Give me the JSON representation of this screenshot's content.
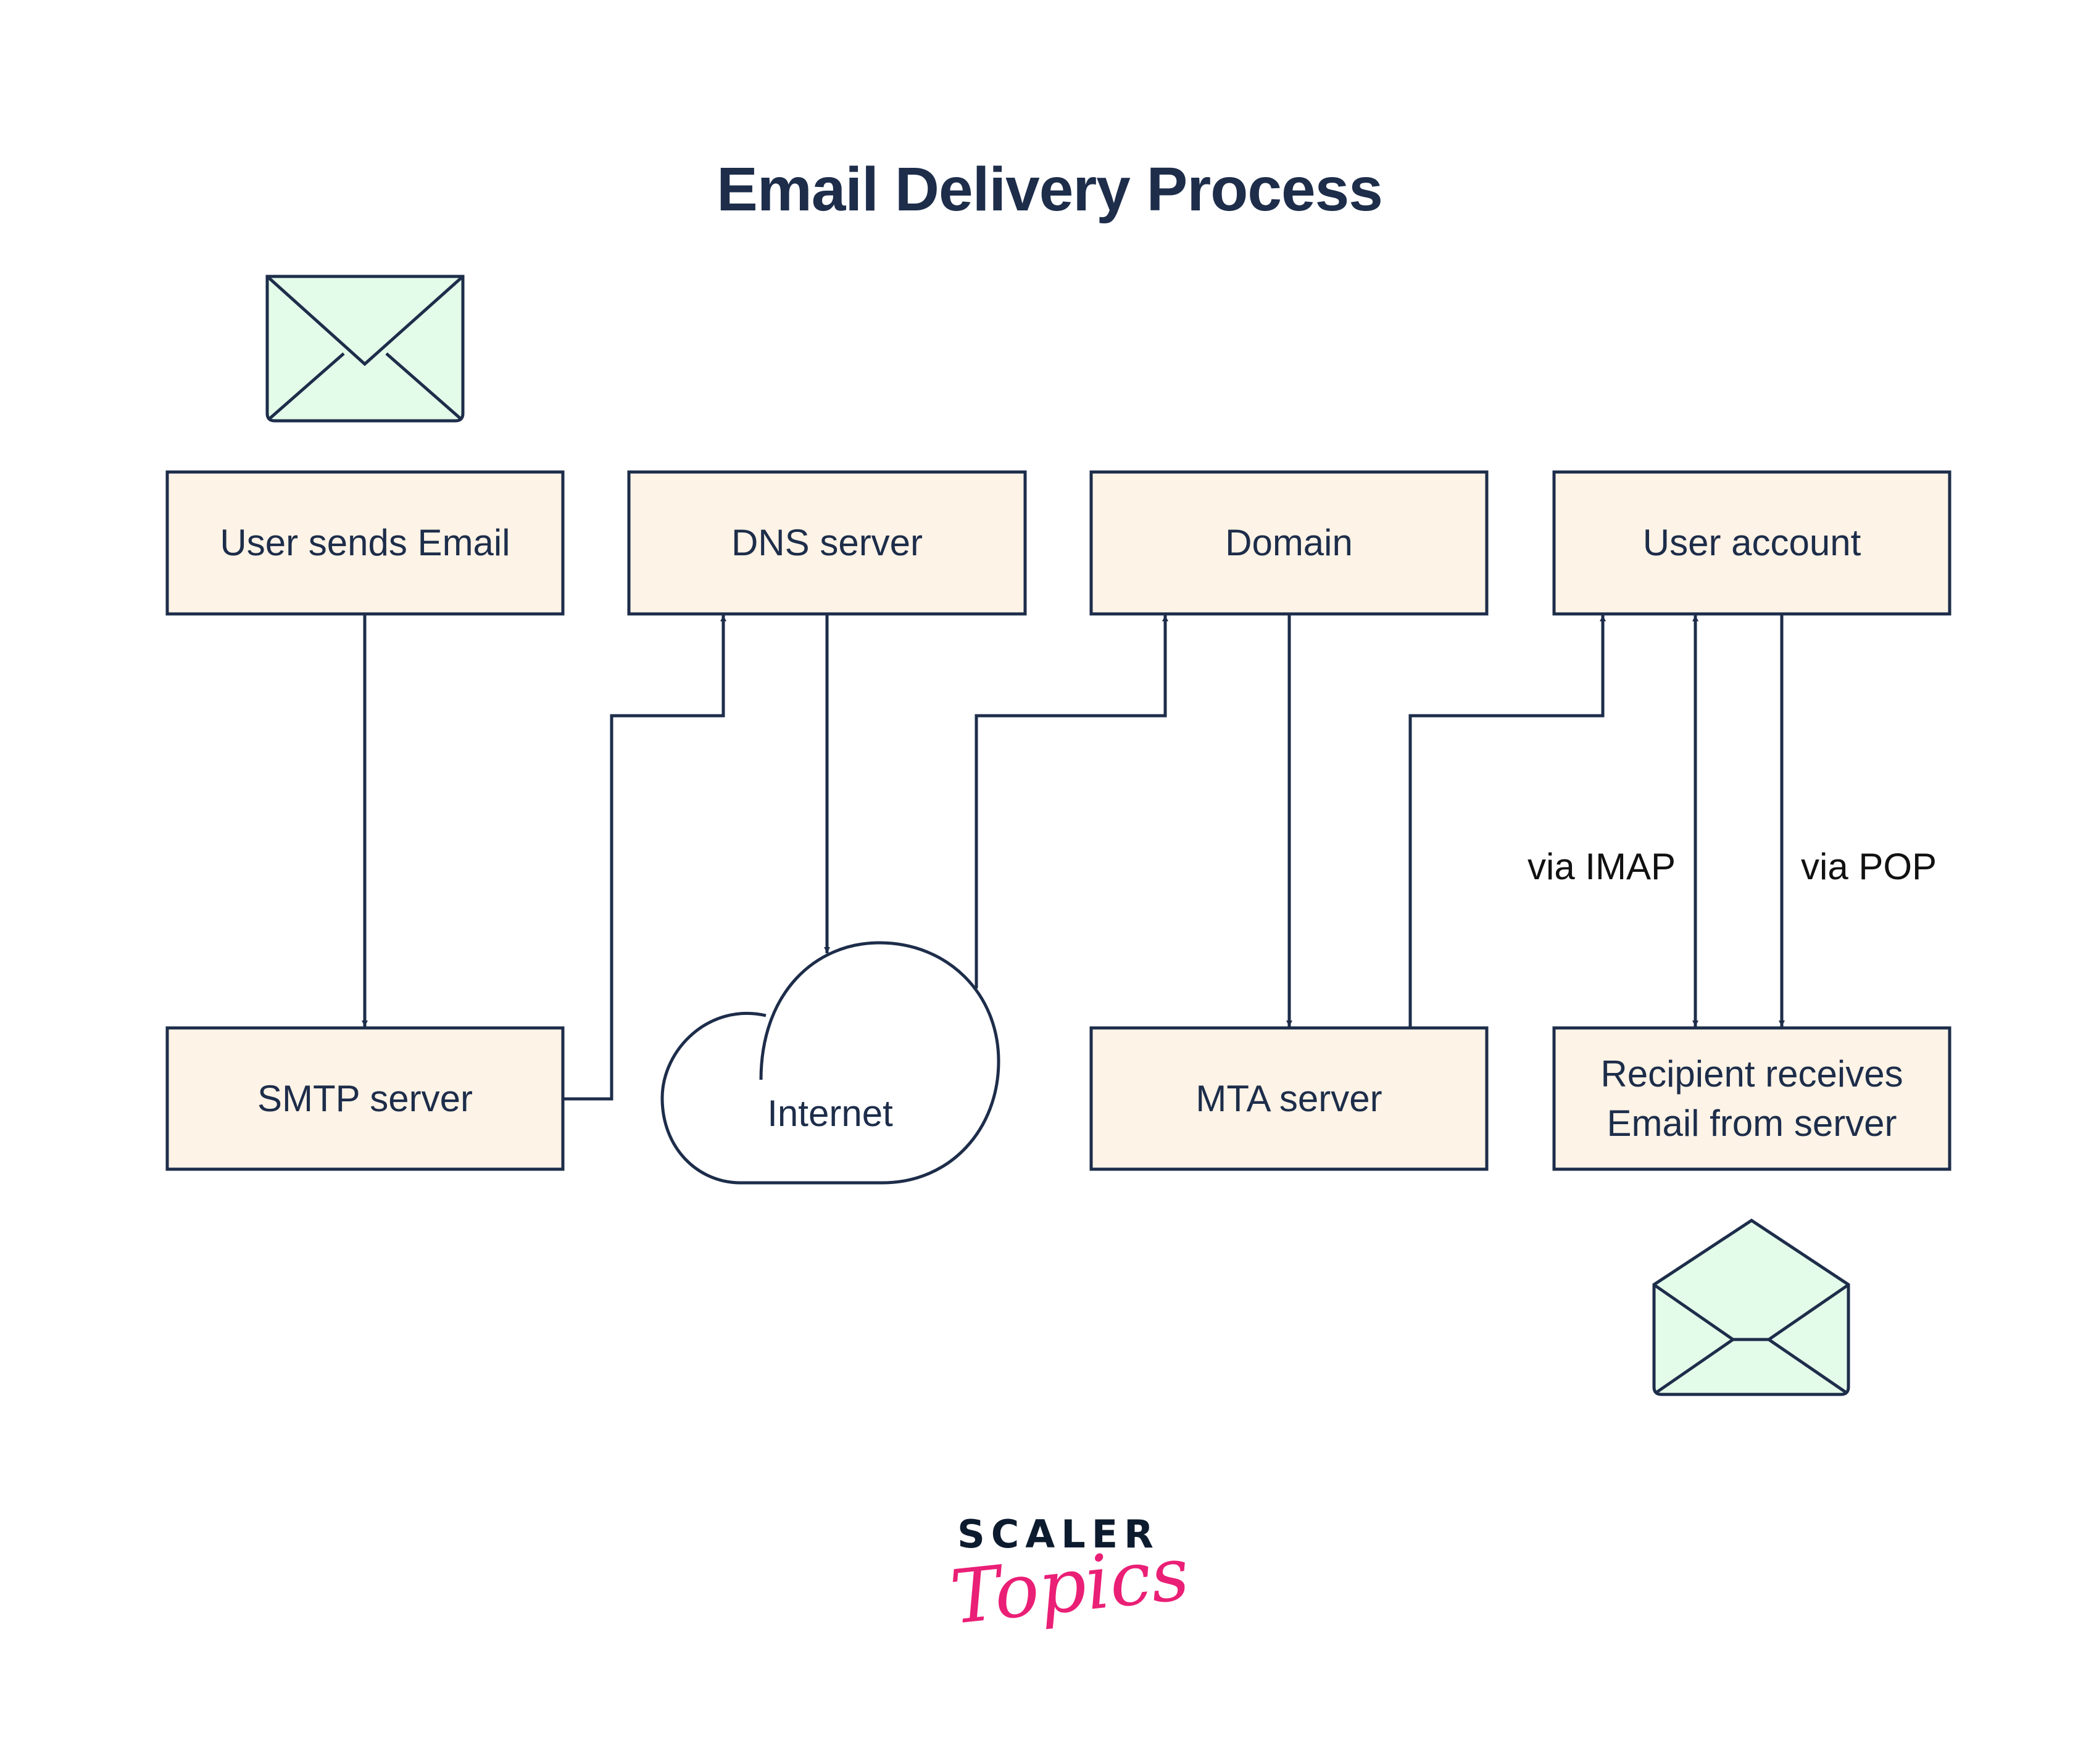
{
  "title": "Email Delivery Process",
  "nodes": {
    "user_sends_email": "User sends Email",
    "dns_server": "DNS server",
    "domain": "Domain",
    "user_account": "User account",
    "smtp_server": "SMTP server",
    "internet": "Internet",
    "mta_server": "MTA server",
    "recipient_line1": "Recipient receives",
    "recipient_line2": "Email from server"
  },
  "edge_labels": {
    "imap": "via IMAP",
    "pop": "via POP"
  },
  "icons": {
    "sender": "closed-envelope-icon",
    "recipient": "open-envelope-icon"
  },
  "colors": {
    "stroke": "#1d2d4a",
    "box_fill": "#fdf3e6",
    "envelope_fill": "#e3fce9",
    "brand_pink": "#ea1f76"
  },
  "logo": {
    "line1": "SCALER",
    "line2": "Topics"
  }
}
